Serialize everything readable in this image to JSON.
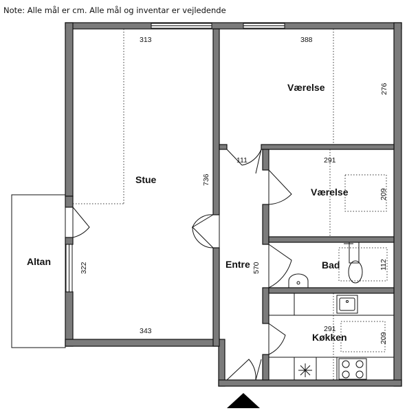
{
  "note": "Note: Alle mål er cm. Alle mål og inventar er vejledende",
  "rooms": {
    "stue": "Stue",
    "vaerelse_large": "Værelse",
    "vaerelse_small": "Værelse",
    "altan": "Altan",
    "entre": "Entre",
    "bad": "Bad",
    "koekken": "Køkken"
  },
  "dimensions": {
    "stue_width": "313",
    "stue_height": "736",
    "stue_bottom_width": "343",
    "altan_height": "322",
    "vaerelse_large_width": "388",
    "vaerelse_large_height": "276",
    "entre_door": "111",
    "vaerelse_small_width": "291",
    "vaerelse_small_height": "209",
    "entre_height": "570",
    "bad_height": "112",
    "koekken_width": "291",
    "koekken_height": "209"
  }
}
